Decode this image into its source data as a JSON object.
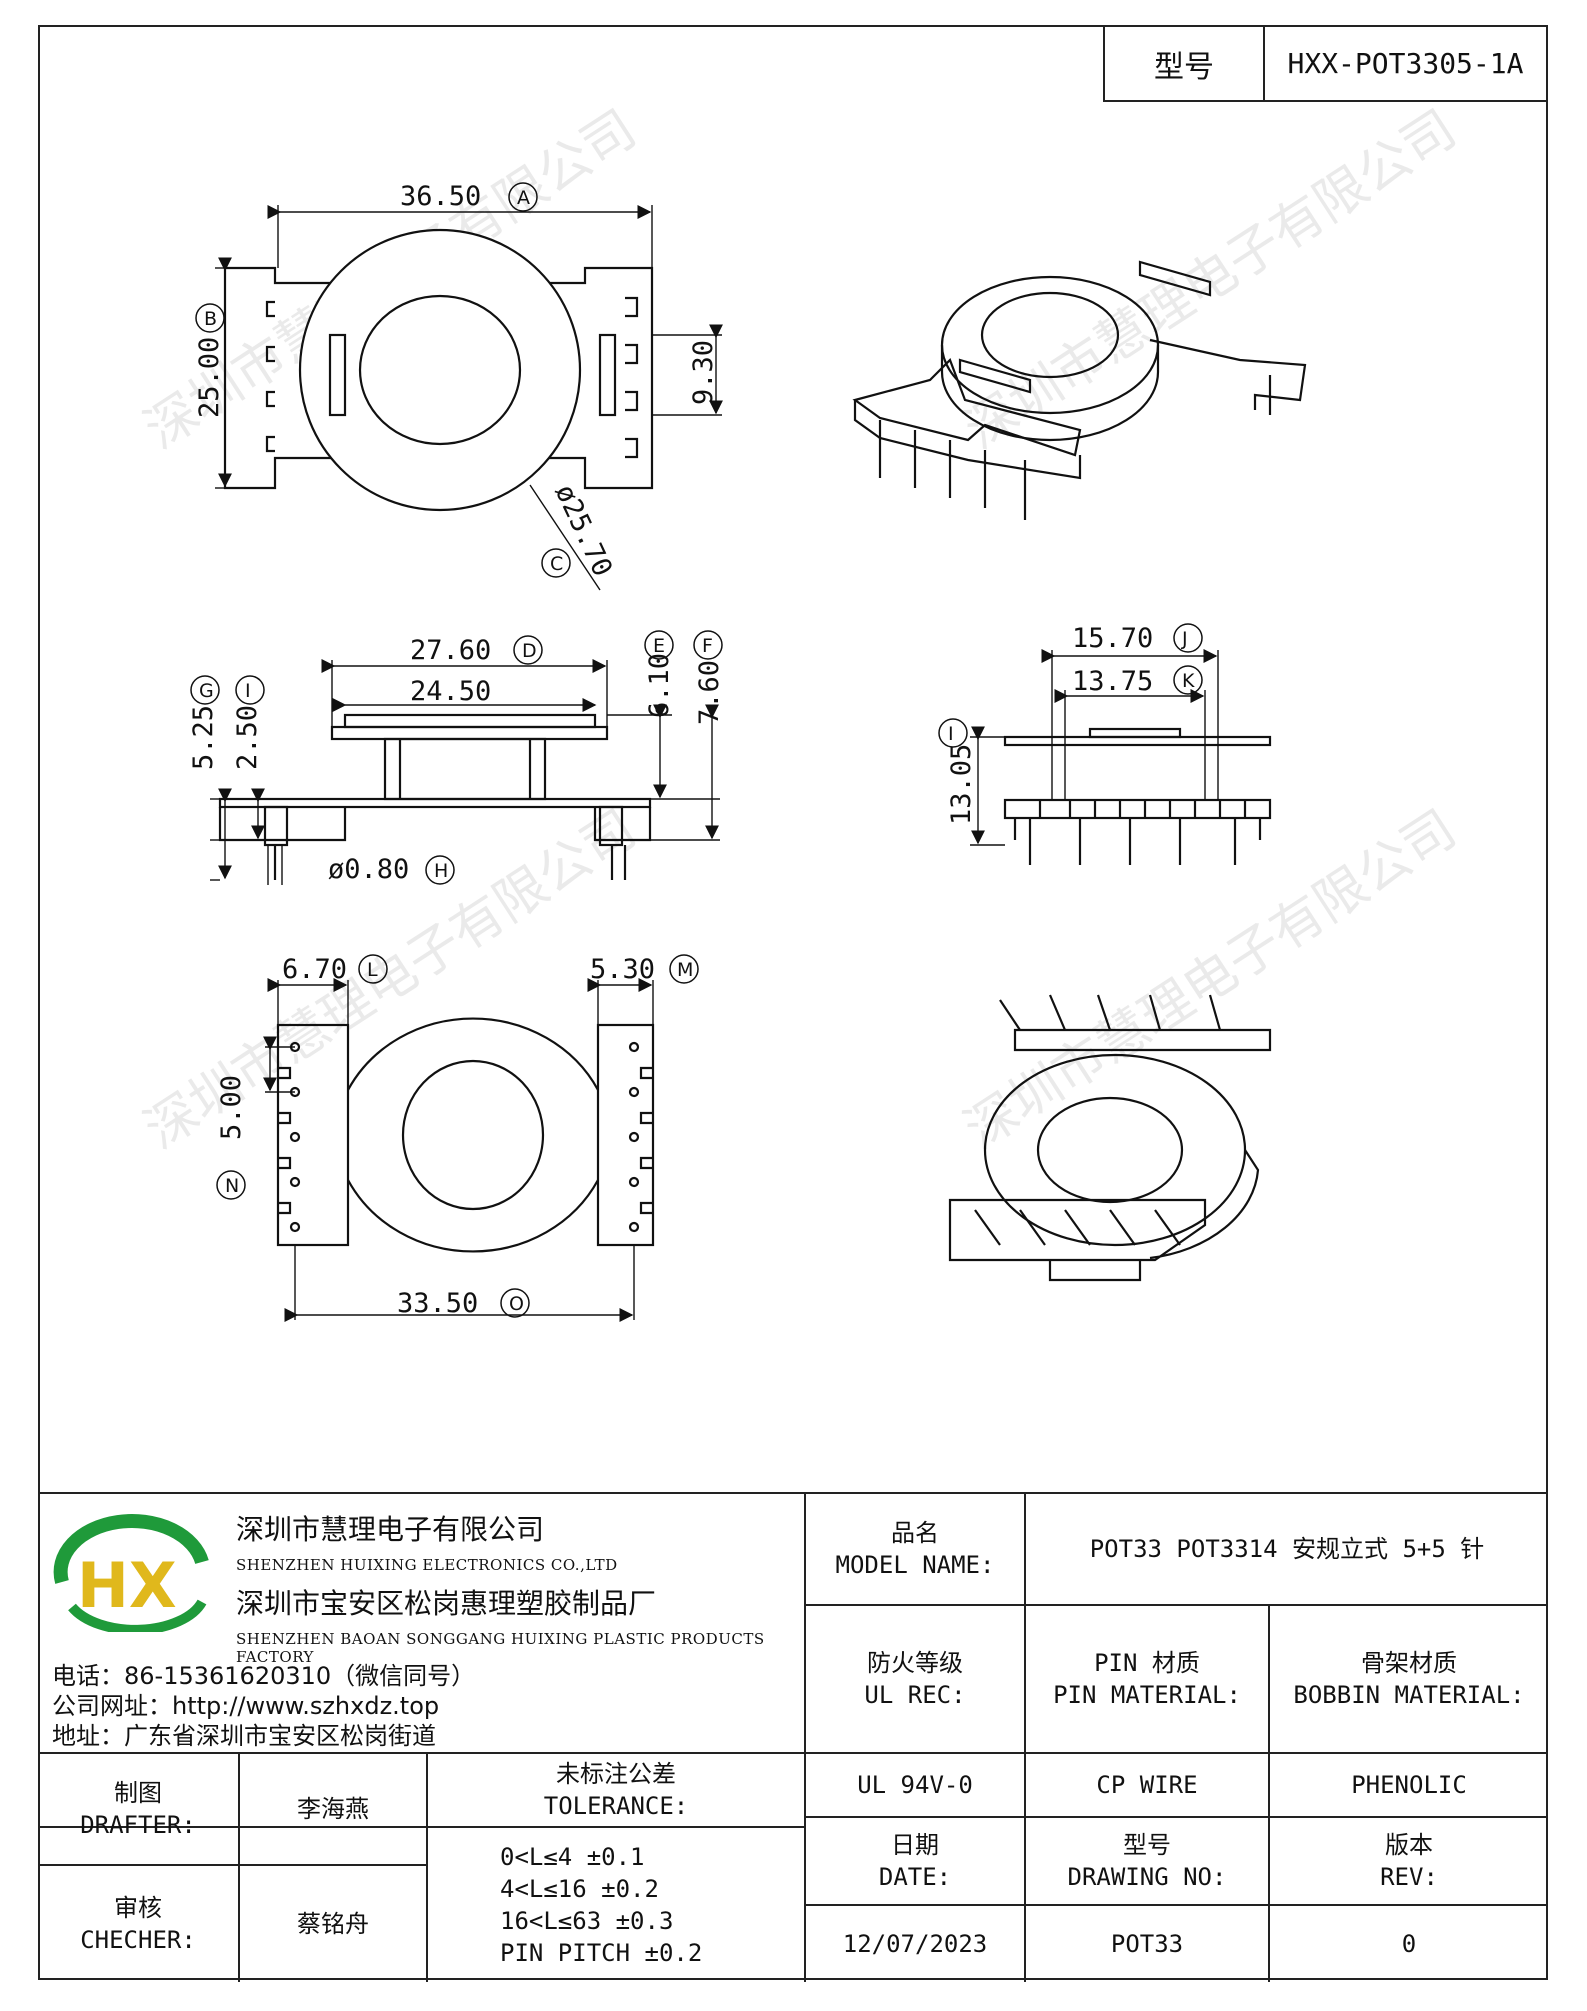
{
  "header": {
    "model_key": "型号",
    "model_value": "HXX-POT3305-1A"
  },
  "dims": {
    "A": "36.50",
    "B": "25.00",
    "C": "ø25.70",
    "v930": "9.30",
    "D": "27.60",
    "d2450": "24.50",
    "E": "6.10",
    "F": "7.60",
    "G": "5.25",
    "I": "2.50",
    "H": "ø0.80",
    "J": "15.70",
    "K": "13.75",
    "T": "13.05",
    "L": "6.70",
    "M": "5.30",
    "N": "5.00",
    "O": "33.50"
  },
  "labels": {
    "A": "A",
    "B": "B",
    "C": "C",
    "D": "D",
    "E": "E",
    "F": "F",
    "G": "G",
    "H": "H",
    "I": "I",
    "T": "I",
    "J": "J",
    "K": "K",
    "L": "L",
    "M": "M",
    "N": "N",
    "O": "O"
  },
  "watermark": "深圳市慧理电子有限公司",
  "company": {
    "name_cn": "深圳市慧理电子有限公司",
    "name_en": "SHENZHEN HUIXING ELECTRONICS CO.,LTD",
    "factory_cn": "深圳市宝安区松岗惠理塑胶制品厂",
    "factory_en": "SHENZHEN BAOAN SONGGANG HUIXING PLASTIC PRODUCTS FACTORY",
    "phone": "电话：86-15361620310（微信同号）",
    "website": "公司网址：http://www.szhxdz.top",
    "address": "地址：广东省深圳市宝安区松岗街道",
    "logo_text": "HX",
    "colors": {
      "green": "#1f9a3a",
      "yellow": "#e0b81c",
      "blue": "#2a66b8"
    }
  },
  "titleblock": {
    "model_name_cn": "品名",
    "model_name_en": "MODEL NAME:",
    "model_name_value": "POT33 POT3314 安规立式 5+5 针",
    "ul_cn": "防火等级",
    "ul_en": "UL REC:",
    "ul_value": "UL 94V-0",
    "pin_cn": "PIN 材质",
    "pin_en": "PIN MATERIAL:",
    "pin_value": "CP WIRE",
    "bobbin_cn": "骨架材质",
    "bobbin_en": "BOBBIN MATERIAL:",
    "bobbin_value": "PHENOLIC",
    "drafter_cn": "制图",
    "drafter_en": "DRAFTER:",
    "drafter_value": "李海燕",
    "checker_cn": "审核",
    "checker_en": "CHECHER:",
    "checker_value": "蔡铭舟",
    "tol_cn": "未标注公差",
    "tol_en": "TOLERANCE:",
    "tol_lines": [
      "0<L≤4   ±0.1",
      "4<L≤16  ±0.2",
      "16<L≤63  ±0.3",
      "PIN PITCH  ±0.2"
    ],
    "date_cn": "日期",
    "date_en": "DATE:",
    "date_value": "12/07/2023",
    "dwg_cn": "型号",
    "dwg_en": "DRAWING NO:",
    "dwg_value": "POT33",
    "rev_cn": "版本",
    "rev_en": "REV:",
    "rev_value": "0"
  }
}
